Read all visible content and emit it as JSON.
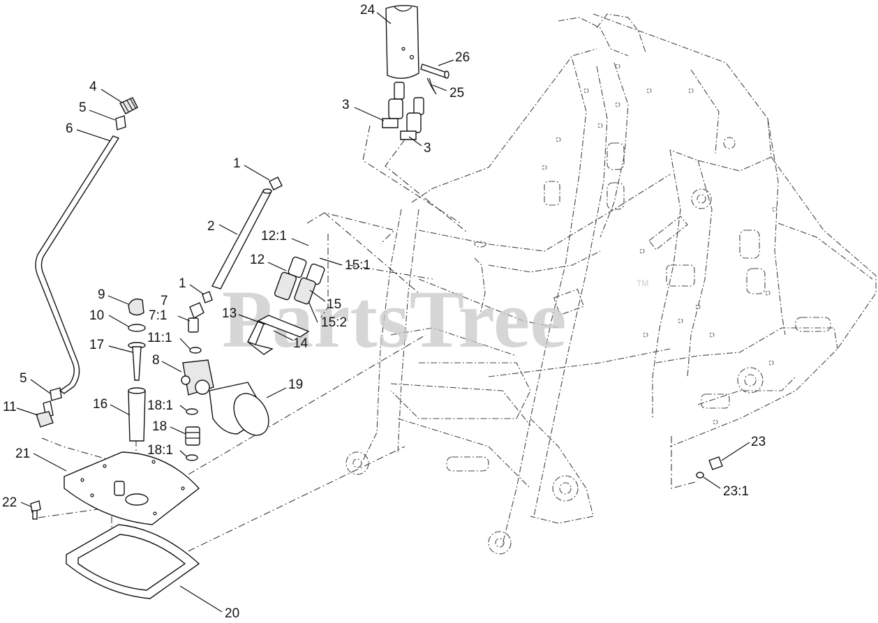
{
  "watermark": {
    "text": "PartsTree",
    "trademark": "TM"
  },
  "callouts": [
    {
      "id": "c24",
      "text": "24"
    },
    {
      "id": "c26",
      "text": "26"
    },
    {
      "id": "c25",
      "text": "25"
    },
    {
      "id": "c3a",
      "text": "3"
    },
    {
      "id": "c3b",
      "text": "3"
    },
    {
      "id": "c4",
      "text": "4"
    },
    {
      "id": "c5a",
      "text": "5"
    },
    {
      "id": "c6",
      "text": "6"
    },
    {
      "id": "c1a",
      "text": "1"
    },
    {
      "id": "c2",
      "text": "2"
    },
    {
      "id": "c12_1",
      "text": "12:1"
    },
    {
      "id": "c12",
      "text": "12"
    },
    {
      "id": "c15_1",
      "text": "15:1"
    },
    {
      "id": "c1b",
      "text": "1"
    },
    {
      "id": "c15",
      "text": "15"
    },
    {
      "id": "c9",
      "text": "9"
    },
    {
      "id": "c7",
      "text": "7"
    },
    {
      "id": "c13",
      "text": "13"
    },
    {
      "id": "c15_2",
      "text": "15:2"
    },
    {
      "id": "c10",
      "text": "10"
    },
    {
      "id": "c7_1",
      "text": "7:1"
    },
    {
      "id": "c14",
      "text": "14"
    },
    {
      "id": "c11_1",
      "text": "11:1"
    },
    {
      "id": "c17",
      "text": "17"
    },
    {
      "id": "c8",
      "text": "8"
    },
    {
      "id": "c5b",
      "text": "5"
    },
    {
      "id": "c19",
      "text": "19"
    },
    {
      "id": "c11",
      "text": "11"
    },
    {
      "id": "c16",
      "text": "16"
    },
    {
      "id": "c18_1a",
      "text": "18:1"
    },
    {
      "id": "c18",
      "text": "18"
    },
    {
      "id": "c18_1b",
      "text": "18:1"
    },
    {
      "id": "c23",
      "text": "23"
    },
    {
      "id": "c21",
      "text": "21"
    },
    {
      "id": "c23_1",
      "text": "23:1"
    },
    {
      "id": "c22",
      "text": "22"
    },
    {
      "id": "c20",
      "text": "20"
    }
  ]
}
